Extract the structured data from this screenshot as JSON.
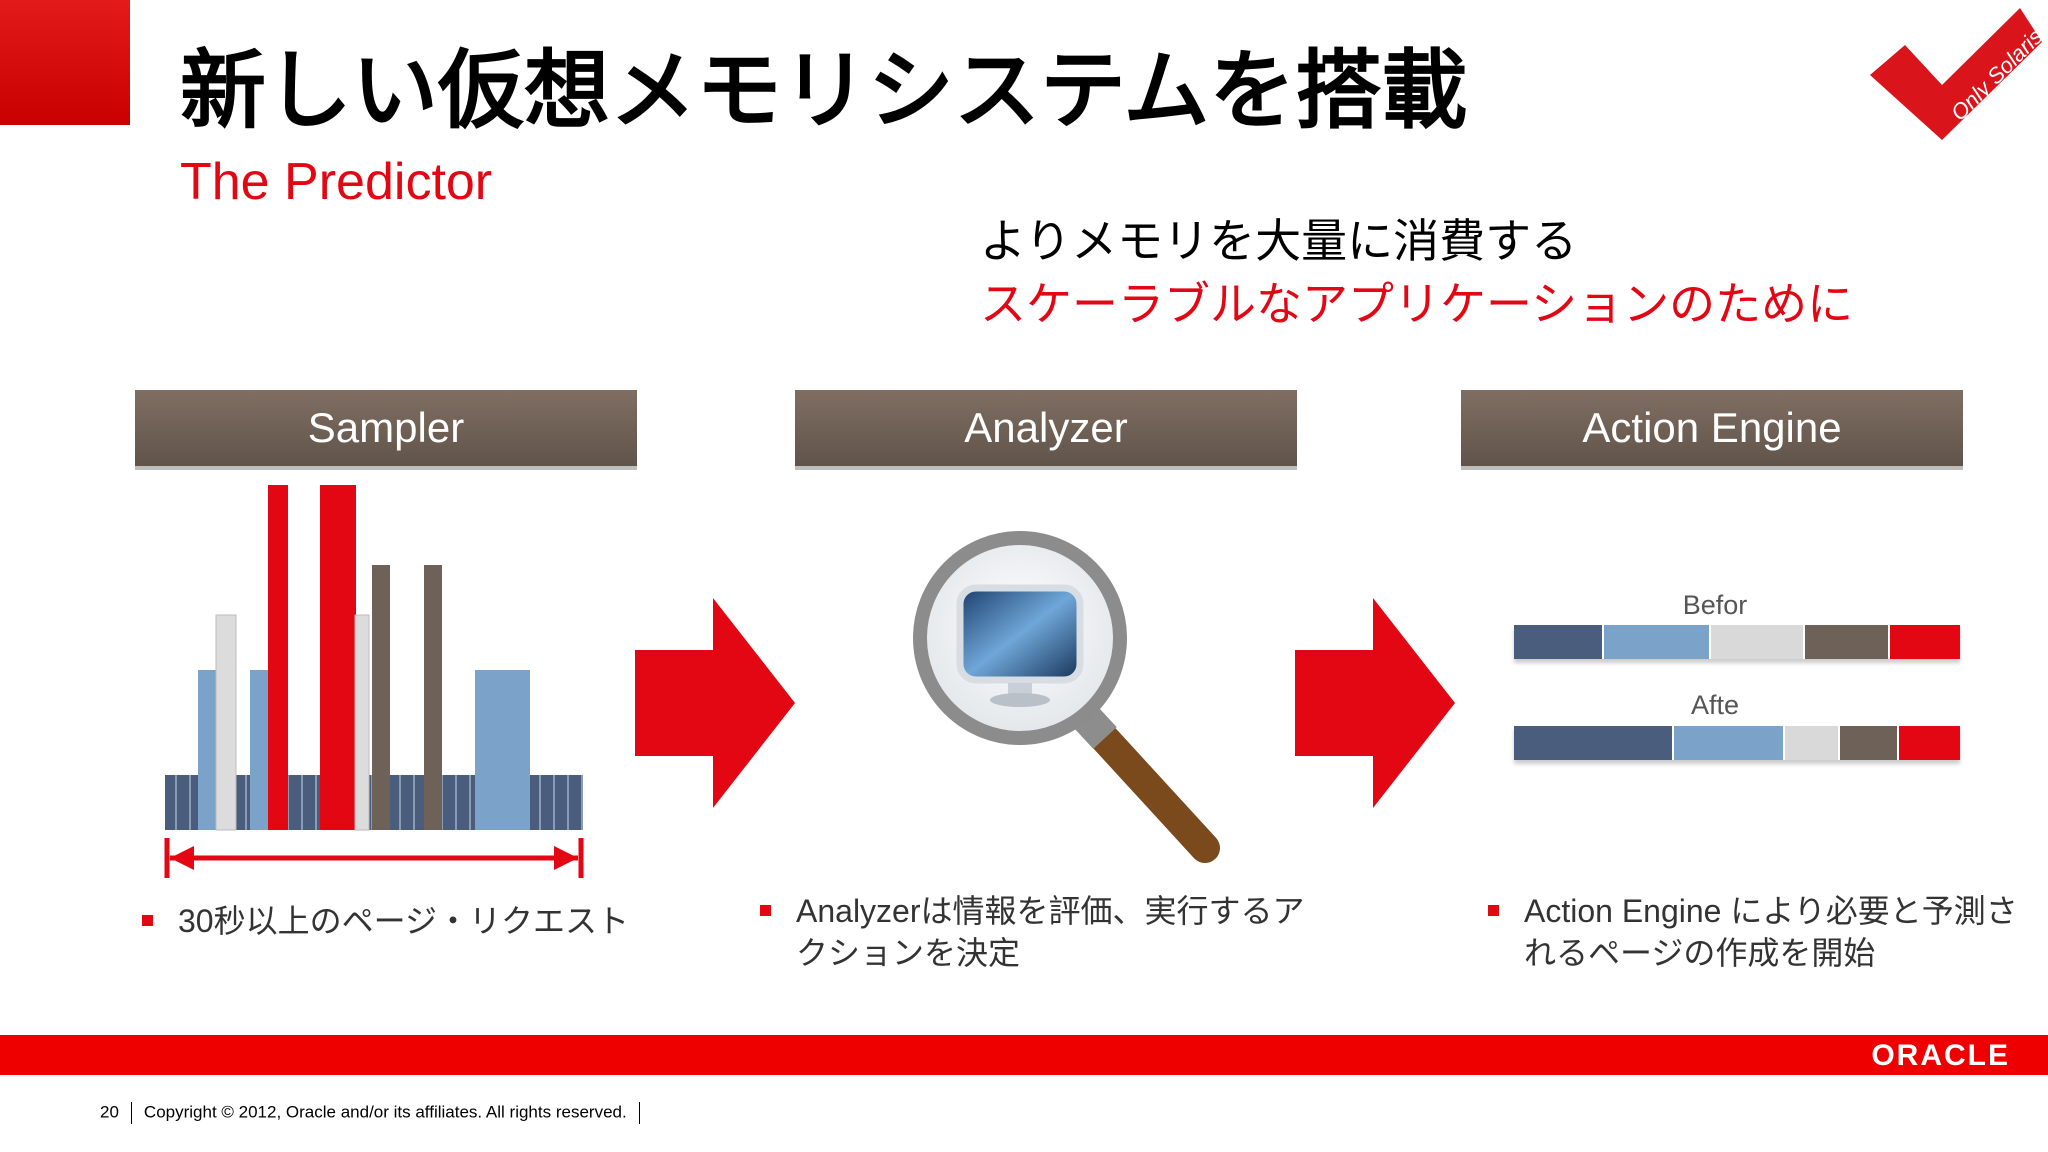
{
  "slide": {
    "title": "新しい仮想メモリシステムを搭載",
    "subtitle": "The Predictor",
    "badge_text": "Only Solaris",
    "tagline_line1": "よりメモリを大量に消費する",
    "tagline_line2": "スケーラブルなアプリケーションのために"
  },
  "stages": [
    {
      "header": "Sampler",
      "bullet": "30秒以上のページ・リクエスト"
    },
    {
      "header": "Analyzer",
      "bullet": "Analyzerは情報を評価、実行するアクションを決定"
    },
    {
      "header": "Action Engine",
      "bullet": "Action Engine により必要と予測されるページの作成を開始"
    }
  ],
  "action_engine": {
    "before_label": "Befor",
    "after_label": "Afte",
    "before_segments": [
      {
        "color": "#4a5d7c",
        "fraction": 0.2
      },
      {
        "color": "#7ba3c9",
        "fraction": 0.24
      },
      {
        "color": "#d9d9d9",
        "fraction": 0.21
      },
      {
        "color": "#6d6158",
        "fraction": 0.19
      },
      {
        "color": "#e30613",
        "fraction": 0.16
      }
    ],
    "after_segments": [
      {
        "color": "#4a5d7c",
        "fraction": 0.36
      },
      {
        "color": "#7ba3c9",
        "fraction": 0.25
      },
      {
        "color": "#d9d9d9",
        "fraction": 0.12
      },
      {
        "color": "#6d6158",
        "fraction": 0.13
      },
      {
        "color": "#e30613",
        "fraction": 0.14
      }
    ]
  },
  "footer": {
    "page_number": "20",
    "copyright": "Copyright © 2012, Oracle and/or its affiliates. All rights reserved.",
    "logo": "ORACLE"
  },
  "colors": {
    "brand_red": "#e30613",
    "header_brown": "#6d6158",
    "steel_blue": "#7ba3c9",
    "navy": "#4a5d7c"
  }
}
